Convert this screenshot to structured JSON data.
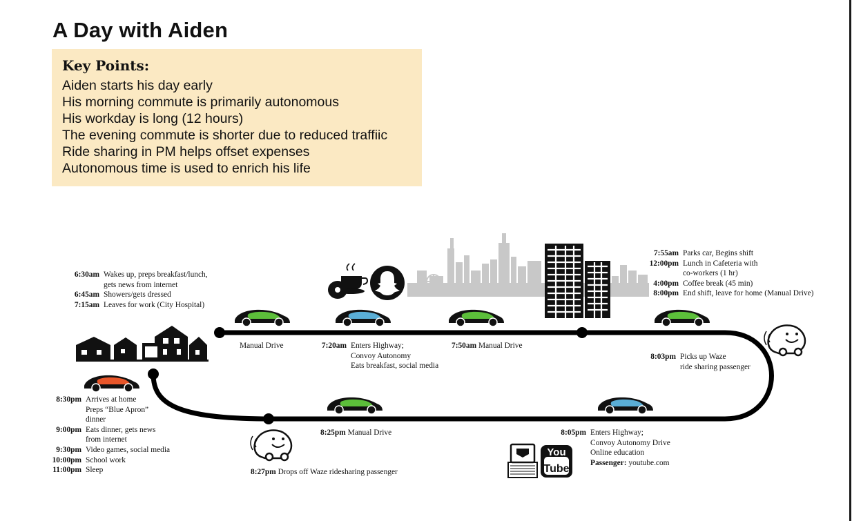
{
  "title": "A Day with Aiden",
  "key_points": {
    "heading": "Key Points:",
    "items": [
      "Aiden starts his day early",
      "His morning commute is primarily autonomous",
      "His workday is long (12 hours)",
      "The evening commute is shorter due to reduced traffiic",
      "Ride sharing in PM helps offset expenses",
      "Autonomous time is used to enrich his life"
    ]
  },
  "morning": [
    {
      "time": "6:30am",
      "text": "Wakes up, preps breakfast/lunch,"
    },
    {
      "time": "",
      "text": "gets news from internet"
    },
    {
      "time": "6:45am",
      "text": "Showers/gets dressed"
    },
    {
      "time": "7:15am",
      "text": "Leaves for work (City Hospital)"
    }
  ],
  "manual_drive_1": "Manual Drive",
  "highway_am": [
    {
      "time": "7:20am",
      "text": "Enters Highway;"
    },
    {
      "time": "",
      "text": "Convoy Autonomy"
    },
    {
      "time": "",
      "text": "Eats breakfast, social media"
    }
  ],
  "manual_drive_2": {
    "time": "7:50am",
    "text": "Manual Drive"
  },
  "work": [
    {
      "time": "7:55am",
      "text": "Parks car, Begins shift"
    },
    {
      "time": "12:00pm",
      "text": "Lunch in Cafeteria with"
    },
    {
      "time": "",
      "text": "co-workers (1 hr)"
    },
    {
      "time": "4:00pm",
      "text": "Coffee break (45 min)"
    },
    {
      "time": "8:00pm",
      "text": "End shift, leave for home (Manual Drive)"
    }
  ],
  "pickup": [
    {
      "time": "8:03pm",
      "text": "Picks up Waze"
    },
    {
      "time": "",
      "text": "ride sharing passenger"
    }
  ],
  "highway_pm": {
    "time": "8:05pm",
    "lines": [
      "Enters Highway;",
      "Convoy Autonomy Drive",
      "Online education"
    ],
    "passenger_label": "Passenger:",
    "passenger_text": "youtube.com"
  },
  "manual_drive_3": {
    "time": "8:25pm",
    "text": "Manual Drive"
  },
  "dropoff": {
    "time": "8:27pm",
    "text": "Drops off Waze ridesharing passenger"
  },
  "evening": [
    {
      "time": "8:30pm",
      "text": "Arrives at home"
    },
    {
      "time": "",
      "text": "Preps “Blue Apron”"
    },
    {
      "time": "",
      "text": "dinner"
    },
    {
      "time": "9:00pm",
      "text": "Eats dinner, gets news"
    },
    {
      "time": "",
      "text": "from internet"
    },
    {
      "time": "9:30pm",
      "text": "Video games, social media"
    },
    {
      "time": "10:00pm",
      "text": "School work"
    },
    {
      "time": "11:00pm",
      "text": "Sleep"
    }
  ],
  "youtube_logo": {
    "top": "You",
    "bottom": "Tube"
  },
  "colors": {
    "key_points_bg": "#fbe9c3",
    "car_green": "#5cbf3a",
    "car_blue": "#5aaed6",
    "car_orange": "#e8562a",
    "skyline_gray": "#c8c8c8",
    "track": "#000000"
  }
}
